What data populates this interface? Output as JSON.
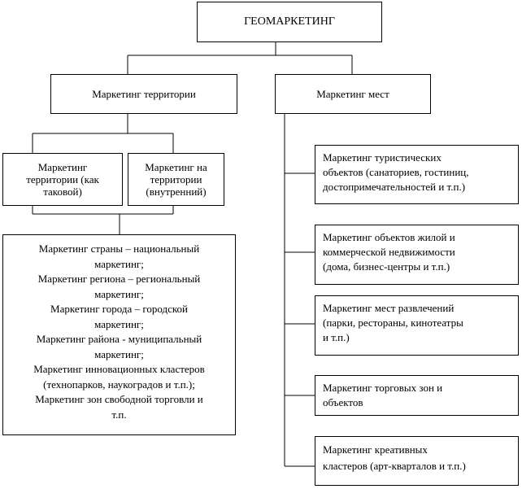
{
  "root": {
    "title": "ГЕОМАРКЕТИНГ"
  },
  "level1": {
    "territory": "Маркетинг территории",
    "places": "Маркетинг мест"
  },
  "territory_children": {
    "as_such": [
      "Маркетинг",
      "территории (как",
      "таковой)"
    ],
    "internal": [
      "Маркетинг на",
      "территории",
      "(внутренний)"
    ]
  },
  "territory_list": [
    "Маркетинг страны – национальный",
    "маркетинг;",
    "Маркетинг региона – региональный",
    "маркетинг;",
    "Маркетинг города – городской",
    "маркетинг;",
    "Маркетинг района - муниципальный",
    "маркетинг;",
    "Маркетинг инновационных кластеров",
    "(технопарков, наукоградов и т.п.);",
    "Маркетинг зон свободной торговли и",
    "т.п."
  ],
  "places_children": [
    [
      "Маркетинг туристических",
      "объектов (санаториев, гостиниц,",
      "достопримечательностей и т.п.)"
    ],
    [
      "Маркетинг объектов жилой и",
      "коммерческой недвижимости",
      "(дома, бизнес-центры и т.п.)"
    ],
    [
      "Маркетинг мест развлечений",
      "(парки, рестораны, кинотеатры",
      "и т.п.)"
    ],
    [
      "Маркетинг торговых зон и",
      "объектов"
    ],
    [
      "Маркетинг креативных",
      "кластеров (арт-кварталов и т.п.)"
    ]
  ]
}
